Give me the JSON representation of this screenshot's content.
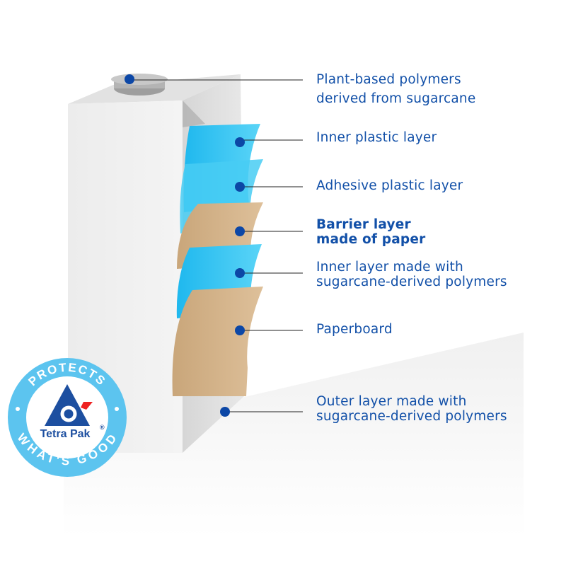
{
  "labels": [
    {
      "lines": [
        "Plant-based polymers",
        "derived from sugarcane"
      ],
      "bold": false
    },
    {
      "lines": [
        "Inner plastic layer"
      ],
      "bold": false
    },
    {
      "lines": [
        "Adhesive plastic layer"
      ],
      "bold": false
    },
    {
      "lines": [
        "Barrier layer",
        "made of paper"
      ],
      "bold": true
    },
    {
      "lines": [
        "Inner layer made with",
        "sugarcane-derived polymers"
      ],
      "bold": false
    },
    {
      "lines": [
        "Paperboard"
      ],
      "bold": false
    },
    {
      "lines": [
        "Outer layer made with",
        "sugarcane-derived polymers"
      ],
      "bold": false
    }
  ],
  "badge": {
    "top_text": "PROTECTS",
    "bottom_text": "WHAT'S GOOD",
    "brand": "Tetra Pak",
    "registered": "®"
  },
  "colors": {
    "text": "#1250a8",
    "dot": "#0c47a6",
    "plastic": "#2fc4f0",
    "paper": "#d9b98c",
    "badge_ring": "#5cc4ef"
  }
}
